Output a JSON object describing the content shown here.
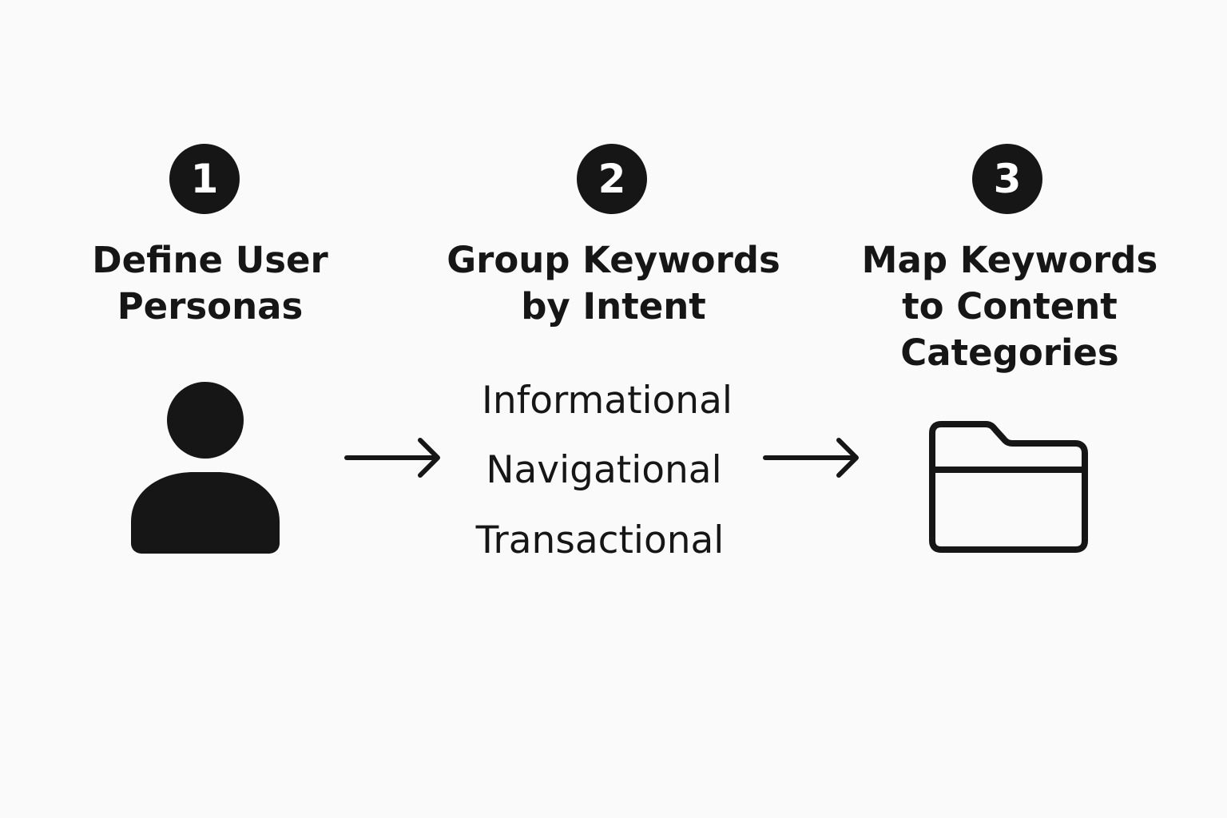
{
  "steps": [
    {
      "number": "1",
      "title": "Define User\nPersonas"
    },
    {
      "number": "2",
      "title": "Group Keywords\nby Intent"
    },
    {
      "number": "3",
      "title": "Map Keywords\nto Content\nCategories"
    }
  ],
  "intents": [
    "Informational",
    "Navigational",
    "Transactional"
  ],
  "icons": {
    "step1": "user-icon",
    "step3": "folder-icon",
    "connector": "arrow-right-icon"
  },
  "colors": {
    "ink": "#161616",
    "background": "#fafafa"
  }
}
